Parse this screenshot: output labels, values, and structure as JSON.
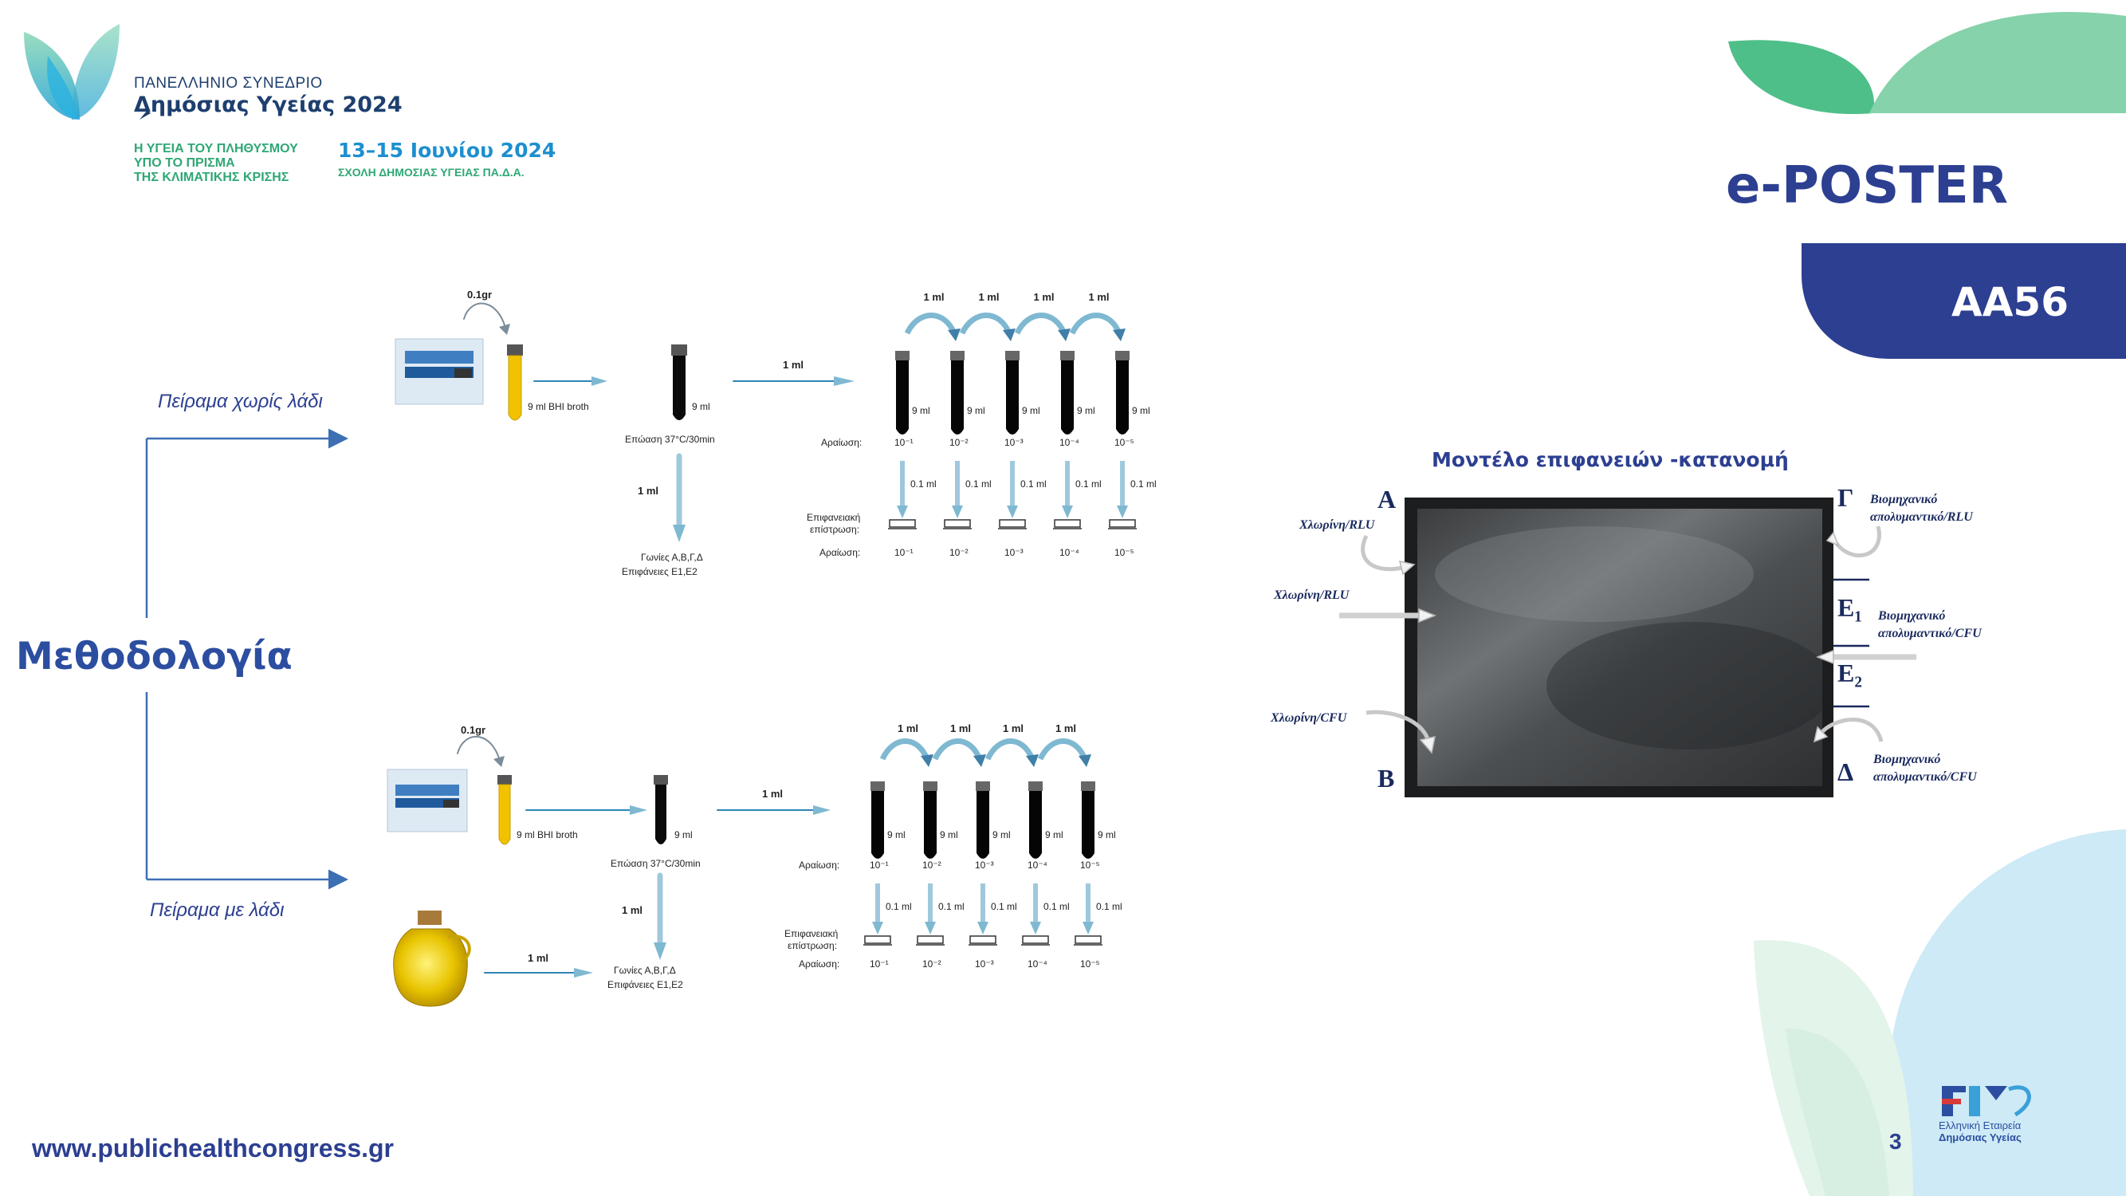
{
  "header": {
    "org_line1": "ΠΑΝΕΛΛΗΝΙΟ ΣΥΝΕΔΡΙΟ",
    "org_line2": "Δημόσιας Υγείας 2024",
    "subtitle_1": "Η ΥΓΕΙΑ ΤΟΥ ΠΛΗΘΥΣΜΟΥ",
    "subtitle_2": "ΥΠΟ ΤΟ ΠΡΙΣΜΑ",
    "subtitle_3": "ΤΗΣ ΚΛΙΜΑΤΙΚΗΣ ΚΡΙΣΗΣ",
    "dates": "13–15 Ιουνίου 2024",
    "school": "ΣΧΟΛΗ ΔΗΜΟΣΙΑΣ ΥΓΕΙΑΣ ΠΑ.Δ.Α.",
    "eposter": "e-POSTER",
    "code": "ΑΑ56"
  },
  "colors": {
    "navy": "#2c3f91",
    "green": "#2fa774",
    "mint": "#86d2aa",
    "light_blue": "#cdeaf6",
    "arrow": "#8fc6dc"
  },
  "methodology": {
    "title": "Μεθοδολογία",
    "branch_top": "Πείραμα χωρίς λάδι",
    "branch_bottom": "Πείραμα με λάδι"
  },
  "diagram": {
    "yeast_top": "0.1gr",
    "yeast_bottom": "0.1gr",
    "broth_top": "9 ml  BHI broth",
    "broth_bottom": "9 ml  BHI broth",
    "tube9_top": "9 ml",
    "tube9_bottom": "9 ml",
    "incubation": "Επώαση 37°C/30min",
    "transfer_1ml": "1 ml",
    "corners_1": "Γωνίες Α,Β,Γ,Δ",
    "corners_2": "Επιφάνειες Ε1,Ε2",
    "dilution_label": "Αραίωση:",
    "surface_label_1": "Επιφανειακή",
    "surface_label_2": "επίστρωση:",
    "tube_vol": "9 ml",
    "plate_vol": "0.1 ml",
    "dilutions": [
      "10⁻¹",
      "10⁻²",
      "10⁻³",
      "10⁻⁴",
      "10⁻⁵"
    ],
    "loop_labels": [
      "1 ml",
      "1 ml",
      "1 ml",
      "1 ml"
    ]
  },
  "surface_model": {
    "title": "Μοντέλο επιφανειών -κατανομή",
    "corner_a": "Α",
    "corner_b": "Β",
    "corner_g": "Γ",
    "corner_d": "Δ",
    "surface_e1": "Ε₁",
    "surface_e2": "Ε₂",
    "chlorine_rlu": "Χλωρίνη/RLU",
    "chlorine_cfu": "Χλωρίνη/CFU",
    "industrial": "Βιομηχανικό",
    "detergent_rlu": "απολυμαντικό/RLU",
    "detergent_cfu": "απολυμαντικό/CFU"
  },
  "footer": {
    "url": "www.publichealthcongress.gr",
    "page": "3",
    "efdy_1": "Ελληνική Εταιρεία",
    "efdy_2": "Δημόσιας Υγείας"
  }
}
